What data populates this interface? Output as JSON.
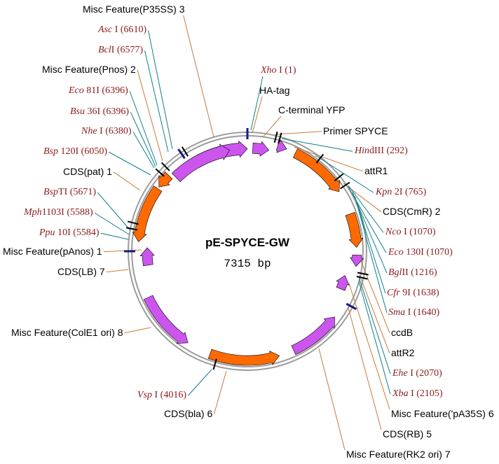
{
  "plasmid": {
    "name": "pE-SPYCE-GW",
    "size_label": "7315 bp",
    "colors": {
      "backbone": "#9c9c9c",
      "purple_feature": "#cc55ee",
      "orange_feature": "#ff6a00",
      "feature_line": "#c87a3a",
      "site_line": "#0e7e8c",
      "site_text": "#8b1a1a",
      "marker": "#1a1a80"
    }
  },
  "left_labels": [
    {
      "id": "misc-p35ss",
      "kind": "feature",
      "text": "Misc Feature(P35SS) 3"
    },
    {
      "id": "asci",
      "kind": "site",
      "enzyme": "Asc",
      "suffix": " I (6610)"
    },
    {
      "id": "bcli",
      "kind": "site",
      "enzyme": "Bcl",
      "suffix": "I (6577)"
    },
    {
      "id": "misc-pnos",
      "kind": "feature",
      "text": "Misc Feature(Pnos) 2"
    },
    {
      "id": "eco81i",
      "kind": "site",
      "enzyme": "Eco",
      "suffix": " 81I (6396)"
    },
    {
      "id": "bsu36i",
      "kind": "site",
      "enzyme": "Bsu",
      "suffix": " 36I (6396)"
    },
    {
      "id": "nhei",
      "kind": "site",
      "enzyme": "Nhe",
      "suffix": " I (6380)"
    },
    {
      "id": "bsp120i",
      "kind": "site",
      "enzyme": "Bsp",
      "suffix": " 120I (6050)"
    },
    {
      "id": "cds-pat",
      "kind": "feature",
      "text": "CDS(pat) 1"
    },
    {
      "id": "bspti",
      "kind": "site",
      "enzyme": "Bsp",
      "suffix": "TI (5671)"
    },
    {
      "id": "mph1103i",
      "kind": "site",
      "enzyme": "Mph",
      "suffix": "1103I (5588)"
    },
    {
      "id": "ppu10i",
      "kind": "site",
      "enzyme": "Ppu",
      "suffix": " 10I (5584)"
    },
    {
      "id": "misc-panos",
      "kind": "feature",
      "text": "Misc Feature(pAnos) 1"
    },
    {
      "id": "cds-lb",
      "kind": "feature",
      "text": "CDS(LB) 7"
    },
    {
      "id": "misc-cole1",
      "kind": "feature",
      "text": "Misc Feature(ColE1 ori) 8"
    },
    {
      "id": "vspi",
      "kind": "site",
      "enzyme": "Vsp",
      "suffix": " I (4016)"
    },
    {
      "id": "cds-bla",
      "kind": "feature",
      "text": "CDS(bla) 6"
    }
  ],
  "right_labels": [
    {
      "id": "xhoi",
      "kind": "site",
      "enzyme": "Xho",
      "suffix": " I (1)"
    },
    {
      "id": "ha-tag",
      "kind": "feature",
      "text": "HA-tag"
    },
    {
      "id": "c-yfp",
      "kind": "feature",
      "text": "C-terminal YFP"
    },
    {
      "id": "primer-spyce",
      "kind": "feature",
      "text": "Primer SPYCE"
    },
    {
      "id": "hindiii",
      "kind": "site",
      "enzyme": "Hin",
      "suffix": "dIII (292)"
    },
    {
      "id": "attr1",
      "kind": "feature",
      "text": "attR1"
    },
    {
      "id": "kpn2i",
      "kind": "site",
      "enzyme": "Kpn",
      "suffix": " 2I (765)"
    },
    {
      "id": "cds-cmr",
      "kind": "feature",
      "text": "CDS(CmR) 2"
    },
    {
      "id": "ncoi",
      "kind": "site",
      "enzyme": "Nco",
      "suffix": " I (1070)"
    },
    {
      "id": "eco130i",
      "kind": "site",
      "enzyme": "Eco",
      "suffix": " 130I (1070)"
    },
    {
      "id": "bglii",
      "kind": "site",
      "enzyme": "Bgl",
      "suffix": "II (1216)"
    },
    {
      "id": "cfr9i",
      "kind": "site",
      "enzyme": "Cfr",
      "suffix": " 9I (1638)"
    },
    {
      "id": "smai",
      "kind": "site",
      "enzyme": "Sma",
      "suffix": " I (1640)"
    },
    {
      "id": "ccdb",
      "kind": "feature",
      "text": "ccdB"
    },
    {
      "id": "attr2",
      "kind": "feature",
      "text": "attR2"
    },
    {
      "id": "ehei",
      "kind": "site",
      "enzyme": "Ehe",
      "suffix": " I (2070)"
    },
    {
      "id": "xbai",
      "kind": "site",
      "enzyme": "Xba",
      "suffix": " I (2105)"
    },
    {
      "id": "misc-pa35s",
      "kind": "feature",
      "text": "Misc Feature('pA35S) 6"
    },
    {
      "id": "cds-rb",
      "kind": "feature",
      "text": "CDS(RB) 5"
    },
    {
      "id": "misc-rk2",
      "kind": "feature",
      "text": "Misc Feature(RK2 ori) 7"
    }
  ]
}
